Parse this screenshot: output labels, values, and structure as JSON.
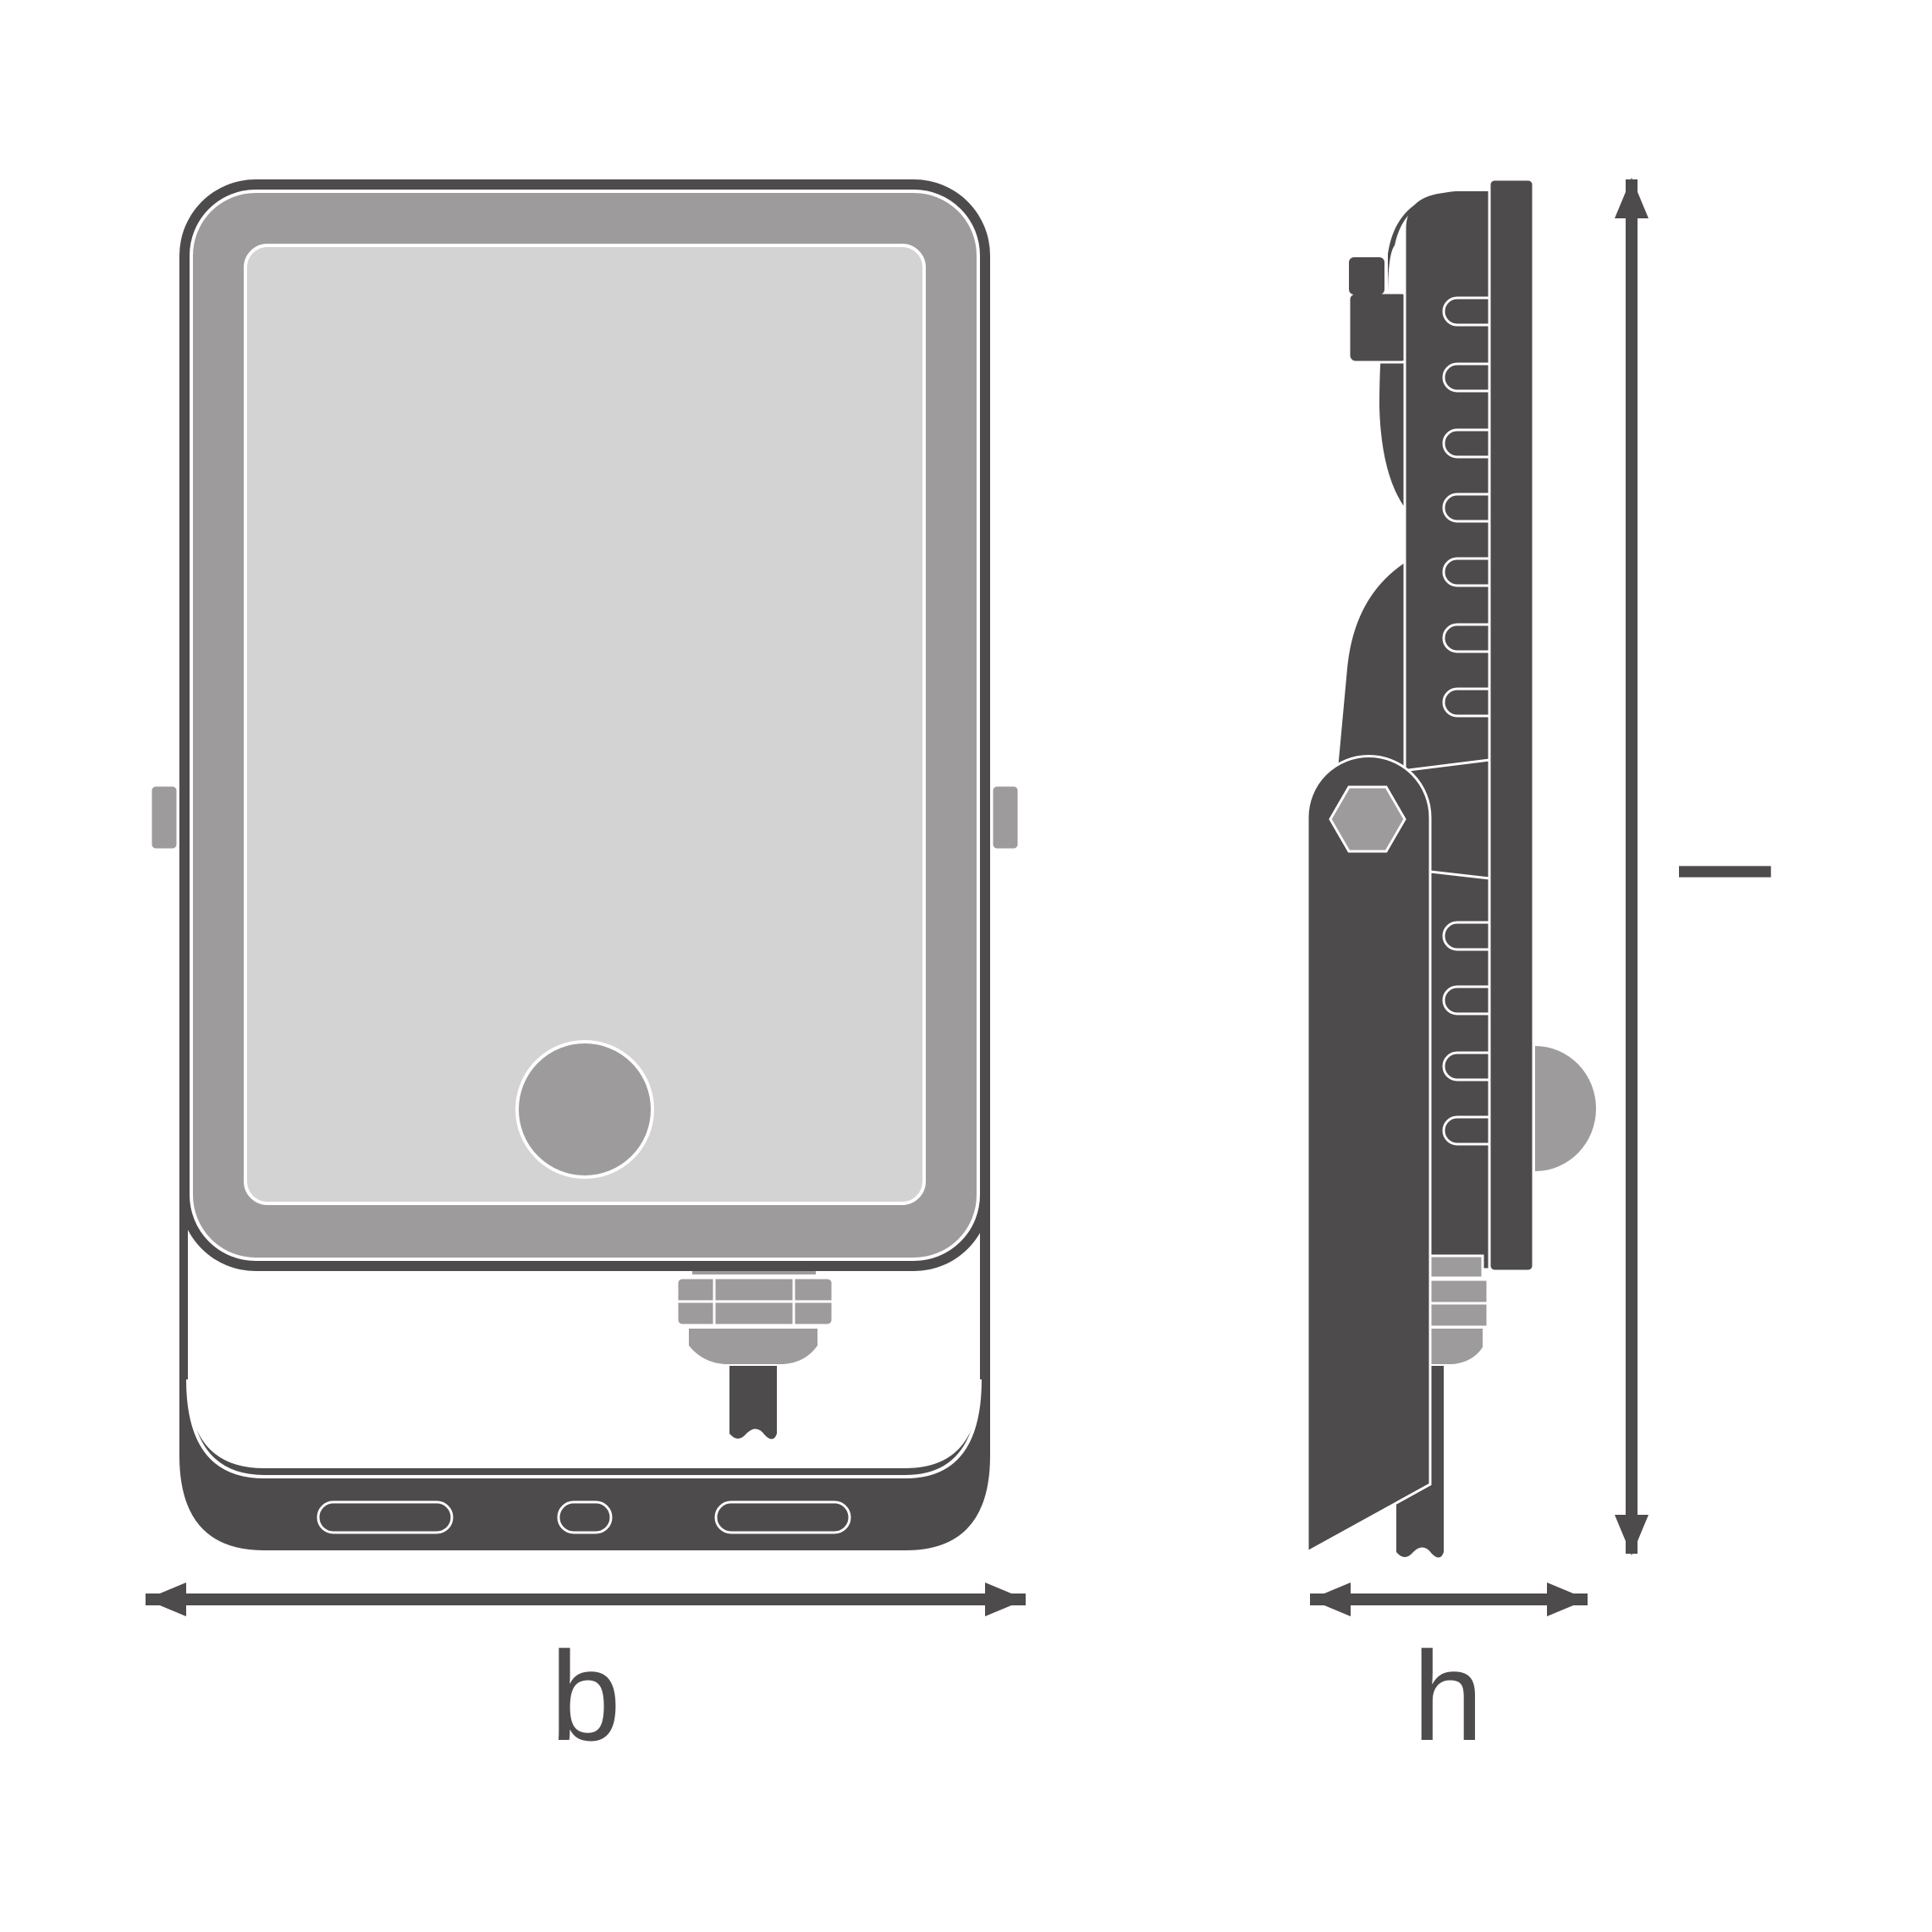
{
  "diagram": {
    "labels": {
      "width": "b",
      "height": "h",
      "length": "l"
    },
    "colors": {
      "dark": "#4d4b4c",
      "medium": "#9d9b9b",
      "light": "#d3d3d3",
      "outline": "#ffffff"
    }
  }
}
